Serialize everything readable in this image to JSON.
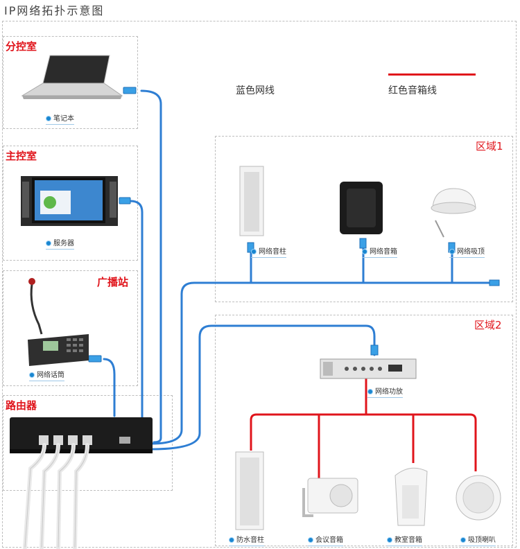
{
  "title": "IP网络拓扑示意图",
  "legend": {
    "blue": "蓝色网线",
    "red": "红色音箱线",
    "red_color": "#e0141b",
    "blue_color": "#2e7ed3"
  },
  "rooms": {
    "branch": {
      "label": "分控室",
      "device": "笔记本"
    },
    "main": {
      "label": "主控室",
      "device": "服务器"
    },
    "station": {
      "label": "广播站",
      "device": "网络话筒"
    },
    "router": {
      "label": "路由器"
    }
  },
  "zone1": {
    "label": "区域1",
    "devices": [
      "网络音柱",
      "网络音箱",
      "网络吸顶"
    ]
  },
  "zone2": {
    "label": "区域2",
    "amp": "网络功放",
    "devices": [
      "防水音柱",
      "会议音箱",
      "教室音箱",
      "吸顶喇叭"
    ]
  }
}
